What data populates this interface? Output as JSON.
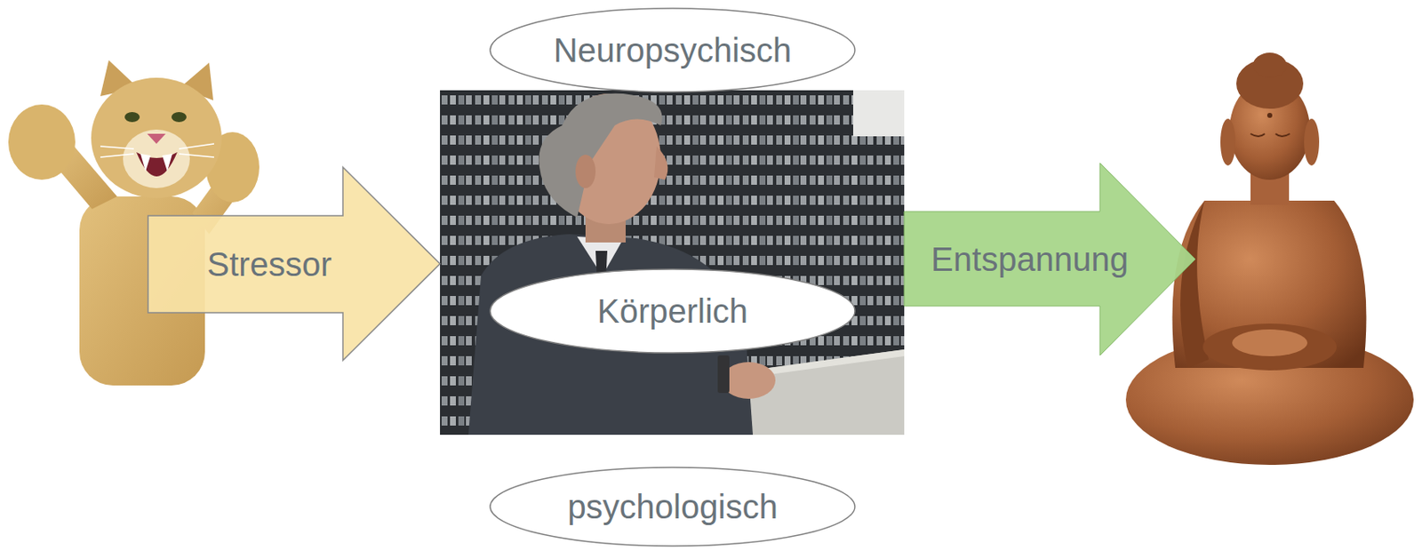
{
  "diagram": {
    "nodes": [
      {
        "text": [
          "Neuropsychisch"
        ]
      },
      {
        "text": [
          "Stressor"
        ]
      },
      {
        "text": [
          "Körperlich"
        ]
      },
      {
        "text": [
          "Entspannung"
        ]
      },
      {
        "text": [
          "psychologisch"
        ]
      }
    ]
  }
}
